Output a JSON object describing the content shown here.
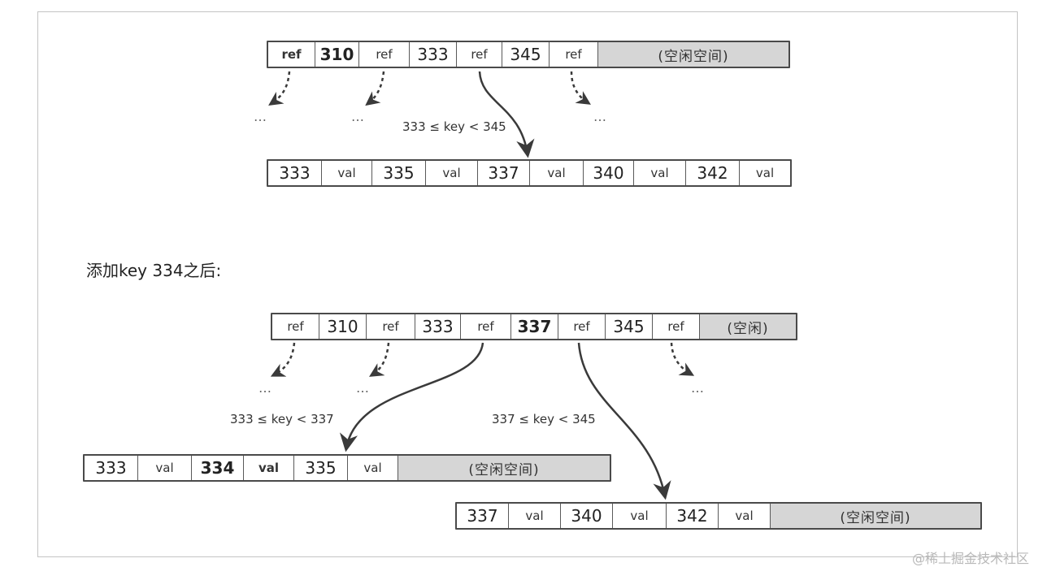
{
  "top": {
    "parent_cells": [
      {
        "text": "ref",
        "kind": "ref",
        "bold": true
      },
      {
        "text": "310",
        "kind": "key",
        "bold": true
      },
      {
        "text": "ref",
        "kind": "ref"
      },
      {
        "text": "333",
        "kind": "key"
      },
      {
        "text": "ref",
        "kind": "ref"
      },
      {
        "text": "345",
        "kind": "key"
      },
      {
        "text": "ref",
        "kind": "ref"
      },
      {
        "text": "(空闲空间)",
        "kind": "free"
      }
    ],
    "leaf_cells": [
      {
        "text": "333",
        "kind": "key"
      },
      {
        "text": "val",
        "kind": "val"
      },
      {
        "text": "335",
        "kind": "key"
      },
      {
        "text": "val",
        "kind": "val"
      },
      {
        "text": "337",
        "kind": "key"
      },
      {
        "text": "val",
        "kind": "val"
      },
      {
        "text": "340",
        "kind": "key"
      },
      {
        "text": "val",
        "kind": "val"
      },
      {
        "text": "342",
        "kind": "key"
      },
      {
        "text": "val",
        "kind": "val"
      }
    ],
    "range_label": "333 ≤ key < 345",
    "ellipsis": "…"
  },
  "heading": "添加key 334之后:",
  "bottom": {
    "parent_cells": [
      {
        "text": "ref",
        "kind": "ref"
      },
      {
        "text": "310",
        "kind": "key"
      },
      {
        "text": "ref",
        "kind": "ref"
      },
      {
        "text": "333",
        "kind": "key"
      },
      {
        "text": "ref",
        "kind": "ref"
      },
      {
        "text": "337",
        "kind": "key",
        "bold": true
      },
      {
        "text": "ref",
        "kind": "ref"
      },
      {
        "text": "345",
        "kind": "key"
      },
      {
        "text": "ref",
        "kind": "ref"
      },
      {
        "text": "(空闲)",
        "kind": "free"
      }
    ],
    "left_leaf_cells": [
      {
        "text": "333",
        "kind": "key"
      },
      {
        "text": "val",
        "kind": "val"
      },
      {
        "text": "334",
        "kind": "key",
        "bold": true
      },
      {
        "text": "val",
        "kind": "val",
        "bold": true
      },
      {
        "text": "335",
        "kind": "key"
      },
      {
        "text": "val",
        "kind": "val"
      },
      {
        "text": "(空闲空间)",
        "kind": "free"
      }
    ],
    "right_leaf_cells": [
      {
        "text": "337",
        "kind": "key"
      },
      {
        "text": "val",
        "kind": "val"
      },
      {
        "text": "340",
        "kind": "key"
      },
      {
        "text": "val",
        "kind": "val"
      },
      {
        "text": "342",
        "kind": "key"
      },
      {
        "text": "val",
        "kind": "val"
      },
      {
        "text": "(空闲空间)",
        "kind": "free"
      }
    ],
    "left_range_label": "333 ≤ key < 337",
    "right_range_label": "337 ≤ key < 345",
    "ellipsis": "…"
  },
  "watermark": "@稀土掘金技术社区",
  "colors": {
    "border": "#4a4a4a",
    "free_space": "#d6d6d6",
    "arrow": "#3a3a3a"
  }
}
